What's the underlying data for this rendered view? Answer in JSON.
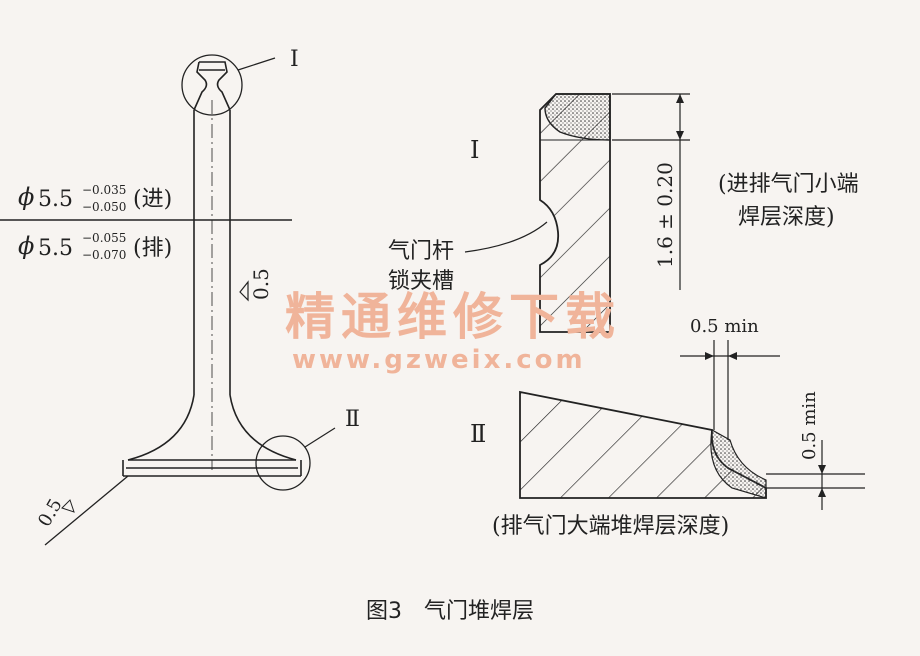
{
  "labels": {
    "detail_i_marker": "Ⅰ",
    "detail_ii_marker": "Ⅱ",
    "detail_i_label": "Ⅰ",
    "detail_ii_label": "Ⅱ",
    "phi_symbol": "ϕ",
    "intake_dim": "5.5",
    "intake_tol_upper": "−0.035",
    "intake_tol_lower": "−0.050",
    "intake_suffix": "(进)",
    "exhaust_dim": "5.5",
    "exhaust_tol_upper": "−0.055",
    "exhaust_tol_lower": "−0.070",
    "exhaust_suffix": "(排)",
    "stem_runout": "0.5",
    "head_runout": "0.5",
    "groove_label_line1": "气门杆",
    "groove_label_line2": "锁夹槽",
    "tip_depth_dim": "1.6 ± 0.20",
    "tip_note_line1": "(进排气门小端",
    "tip_note_line2": "焊层深度)",
    "face_width_dim": "0.5 min",
    "face_depth_dim": "0.5 min",
    "face_note": "(排气门大端堆焊层深度)"
  },
  "watermark": {
    "line1": "精通维修下载",
    "line2": "www.gzweix.com"
  },
  "caption": "图3　气门堆焊层",
  "colors": {
    "line": "#222222",
    "watermark": "#f0b49a",
    "background": "#f7f4f1"
  }
}
